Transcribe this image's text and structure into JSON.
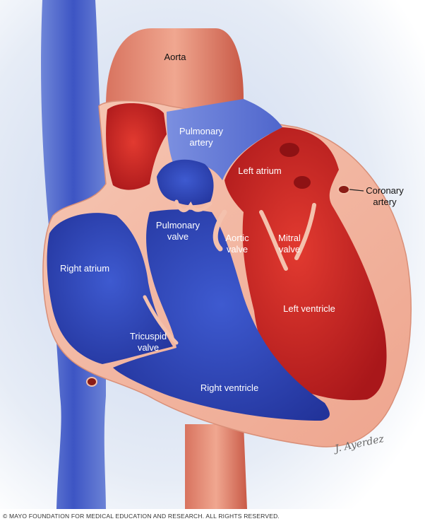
{
  "labels": {
    "aorta": "Aorta",
    "pulmonary_artery": [
      "Pulmonary",
      "artery"
    ],
    "left_atrium": "Left atrium",
    "coronary_artery": [
      "Coronary",
      "artery"
    ],
    "pulmonary_valve": [
      "Pulmonary",
      "valve"
    ],
    "aortic_valve": [
      "Aortic",
      "valve"
    ],
    "mitral_valve": [
      "Mitral",
      "valve"
    ],
    "right_atrium": "Right atrium",
    "left_ventricle": "Left ventricle",
    "tricuspid_valve": [
      "Tricuspid",
      "valve"
    ],
    "right_ventricle": "Right ventricle"
  },
  "copyright": "© MAYO FOUNDATION FOR MEDICAL EDUCATION AND RESEARCH. ALL RIGHTS RESERVED.",
  "signature": "J. Ayerdez",
  "colors": {
    "oxygenated": "#c8241f",
    "deoxygenated": "#2f47b8",
    "tissue": "#f2b7a3",
    "background": "#e9eef7"
  }
}
